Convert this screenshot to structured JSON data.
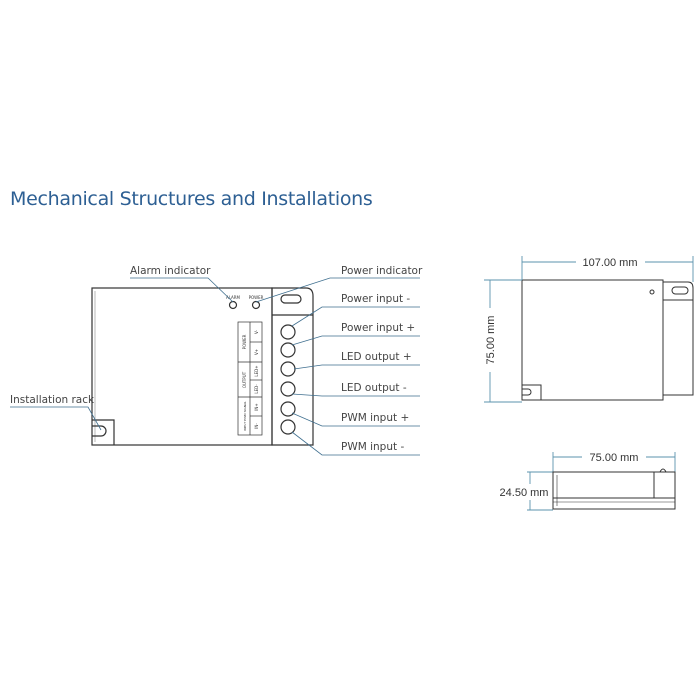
{
  "title": "Mechanical Structures and Installations",
  "callouts": {
    "alarm_indicator": "Alarm indicator",
    "power_indicator": "Power indicator",
    "installation_rack": "Installation rack",
    "terminals": [
      "Power input -",
      "Power input +",
      "LED output +",
      "LED output -",
      "PWM input +",
      "PWM input -"
    ]
  },
  "device_labels": {
    "alarm": "ALARM",
    "power": "POWER",
    "groups": [
      "POWER",
      "OUTPUT",
      "INPUT PWM SIGNAL"
    ],
    "pins": [
      "V-",
      "V+",
      "LED+",
      "LED-",
      "IN+",
      "IN-"
    ]
  },
  "dimensions": {
    "top_width": "107.00 mm",
    "top_height": "75.00 mm",
    "side_width": "75.00 mm",
    "side_height": "24.50 mm"
  },
  "colors": {
    "title": "#2d5f93",
    "dimension_line": "#5b93ad",
    "callout_line": "#3f6f8f"
  }
}
